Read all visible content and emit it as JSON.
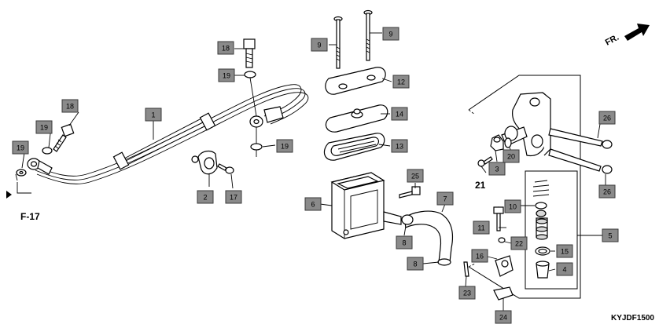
{
  "callouts": {
    "c1": "1",
    "c2": "2",
    "c3": "3",
    "c4": "4",
    "c5": "5",
    "c6": "6",
    "c7": "7",
    "c8a": "8",
    "c8b": "8",
    "c9a": "9",
    "c9b": "9",
    "c10": "10",
    "c11": "11",
    "c12": "12",
    "c13": "13",
    "c14": "14",
    "c15": "15",
    "c16": "16",
    "c17": "17",
    "c18a": "18",
    "c18b": "18",
    "c19a": "19",
    "c19b": "19",
    "c19c": "19",
    "c19d": "19",
    "c20": "20",
    "c22": "22",
    "c23": "23",
    "c24": "24",
    "c25": "25",
    "c26a": "26",
    "c26b": "26"
  },
  "plain_labels": {
    "p21": "21"
  },
  "reference": {
    "label": "F-17"
  },
  "direction": {
    "label": "FR."
  },
  "diagram_code": "KYJDF1500",
  "colors": {
    "callout_fill": "#8a8a8a",
    "line": "#000000",
    "background": "#ffffff"
  }
}
